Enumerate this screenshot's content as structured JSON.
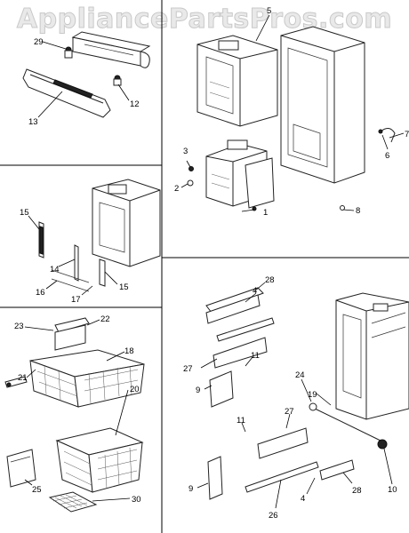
{
  "watermark": {
    "text": "AppliancePartsPros.com"
  },
  "callouts": {
    "c29": "29",
    "c13": "13",
    "c12": "12",
    "c5": "5",
    "c7": "7",
    "c6": "6",
    "c3": "3",
    "c2": "2",
    "c1": "1",
    "c8": "8",
    "c15a": "15",
    "c14": "14",
    "c16": "16",
    "c17": "17",
    "c15b": "15",
    "c23": "23",
    "c22": "22",
    "c18": "18",
    "c21": "21",
    "c20": "20",
    "c25": "25",
    "c30": "30",
    "c28a": "28",
    "c4a": "4",
    "c27a": "27",
    "c11a": "11",
    "c9a": "9",
    "c24": "24",
    "c19": "19",
    "c11b": "11",
    "c27b": "27",
    "c9b": "9",
    "c26": "26",
    "c4b": "4",
    "c28b": "28",
    "c10": "10"
  }
}
